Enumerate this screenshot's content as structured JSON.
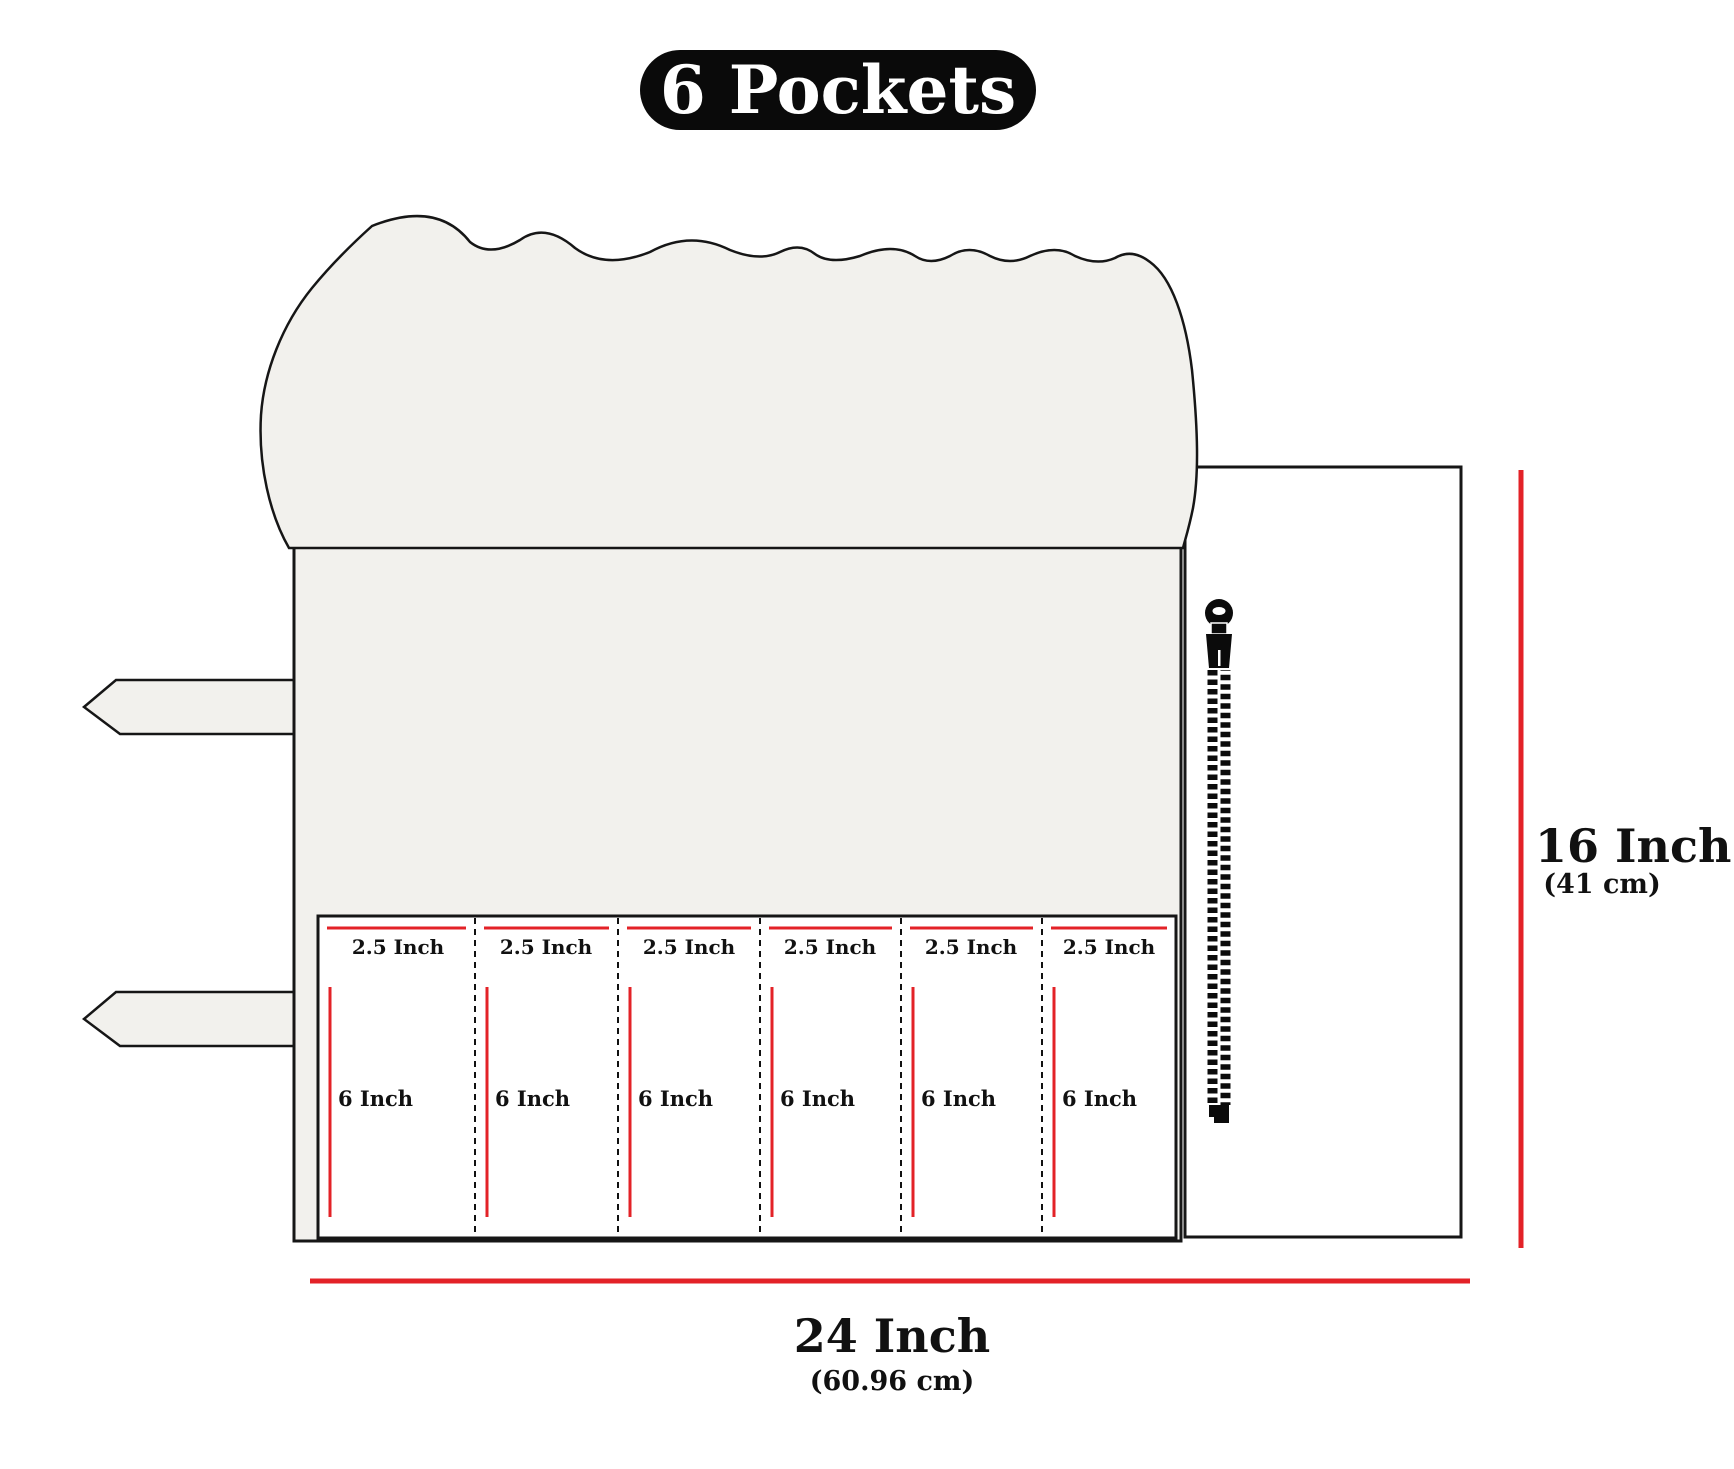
{
  "title": {
    "badge": "6 Pockets"
  },
  "colors": {
    "red": "#e32227",
    "fabric": "#f2f1ed",
    "outline": "#161616",
    "badge_bg": "#0a0a0a",
    "badge_text": "#ffffff",
    "panel_bg": "#ffffff"
  },
  "pockets": [
    {
      "width_label": "2.5  Inch",
      "height_label": "6 Inch"
    },
    {
      "width_label": "2.5  Inch",
      "height_label": "6 Inch"
    },
    {
      "width_label": "2.5  Inch",
      "height_label": "6 Inch"
    },
    {
      "width_label": "2.5  Inch",
      "height_label": "6 Inch"
    },
    {
      "width_label": "2.5  Inch",
      "height_label": "6 Inch"
    },
    {
      "width_label": "2.5  Inch",
      "height_label": "6 Inch"
    }
  ],
  "dimensions": {
    "height": {
      "label": "16 Inch",
      "metric": "(41 cm)"
    },
    "width": {
      "label": "24 Inch",
      "metric": "(60.96 cm)"
    }
  }
}
